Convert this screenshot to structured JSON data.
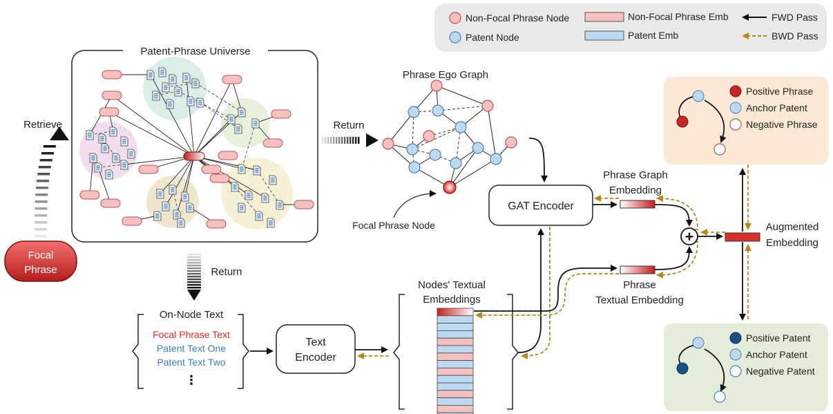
{
  "legend": {
    "non_focal_phrase_node": "Non-Focal Phrase Node",
    "patent_node": "Patent Node",
    "non_focal_phrase_emb": "Non-Focal Phrase Emb",
    "patent_emb": "Patent Emb",
    "fwd_pass": "FWD Pass",
    "bwd_pass": "BWD Pass"
  },
  "universe": {
    "title": "Patent-Phrase Universe"
  },
  "retrieve_label": "Retrieve",
  "focal_phrase": {
    "line1": "Focal",
    "line2": "Phrase"
  },
  "return_top": "Return",
  "return_bottom": "Return",
  "ego_graph": {
    "title": "Phrase Ego Graph",
    "focal_label": "Focal Phrase Node"
  },
  "gat_encoder": "GAT Encoder",
  "graph_embedding": {
    "line1": "Phrase Graph",
    "line2": "Embedding"
  },
  "textual_embedding": {
    "line1": "Phrase",
    "line2": "Textual Embedding"
  },
  "augmented": {
    "line1": "Augmented",
    "line2": "Embedding"
  },
  "plus": "+",
  "on_node_text": {
    "title": "On-Node Text",
    "focal": "Focal Phrase Text",
    "patent1": "Patent Text One",
    "patent2": "Patent Text Two",
    "ellipsis": "⋮"
  },
  "text_encoder": {
    "line1": "Text",
    "line2": "Encoder"
  },
  "nodes_embeddings": {
    "line1": "Nodes' Textual",
    "line2": "Embeddings"
  },
  "positive_box": {
    "positive": "Positive Phrase",
    "anchor": "Anchor Patent",
    "negative": "Negative Phrase"
  },
  "negative_box": {
    "positive": "Positive Patent",
    "anchor": "Anchor Patent",
    "negative": "Negative Patent"
  },
  "colors": {
    "phrase_fill": "#f4c0c0",
    "phrase_stroke": "#c0504d",
    "patent_fill": "#bcd9f0",
    "patent_stroke": "#4a7fb5",
    "focal_red": "#d9302c",
    "fwd": "#111111",
    "bwd": "#b8861b",
    "legend_bg": "#e9e9e9",
    "phrase_box_bg": "#fbe9d6",
    "patent_box_bg": "#e3edd9",
    "focal_text": "#e0261f",
    "patent_text": "#3a7fc4",
    "positive_patent": "#1c4f8a"
  }
}
